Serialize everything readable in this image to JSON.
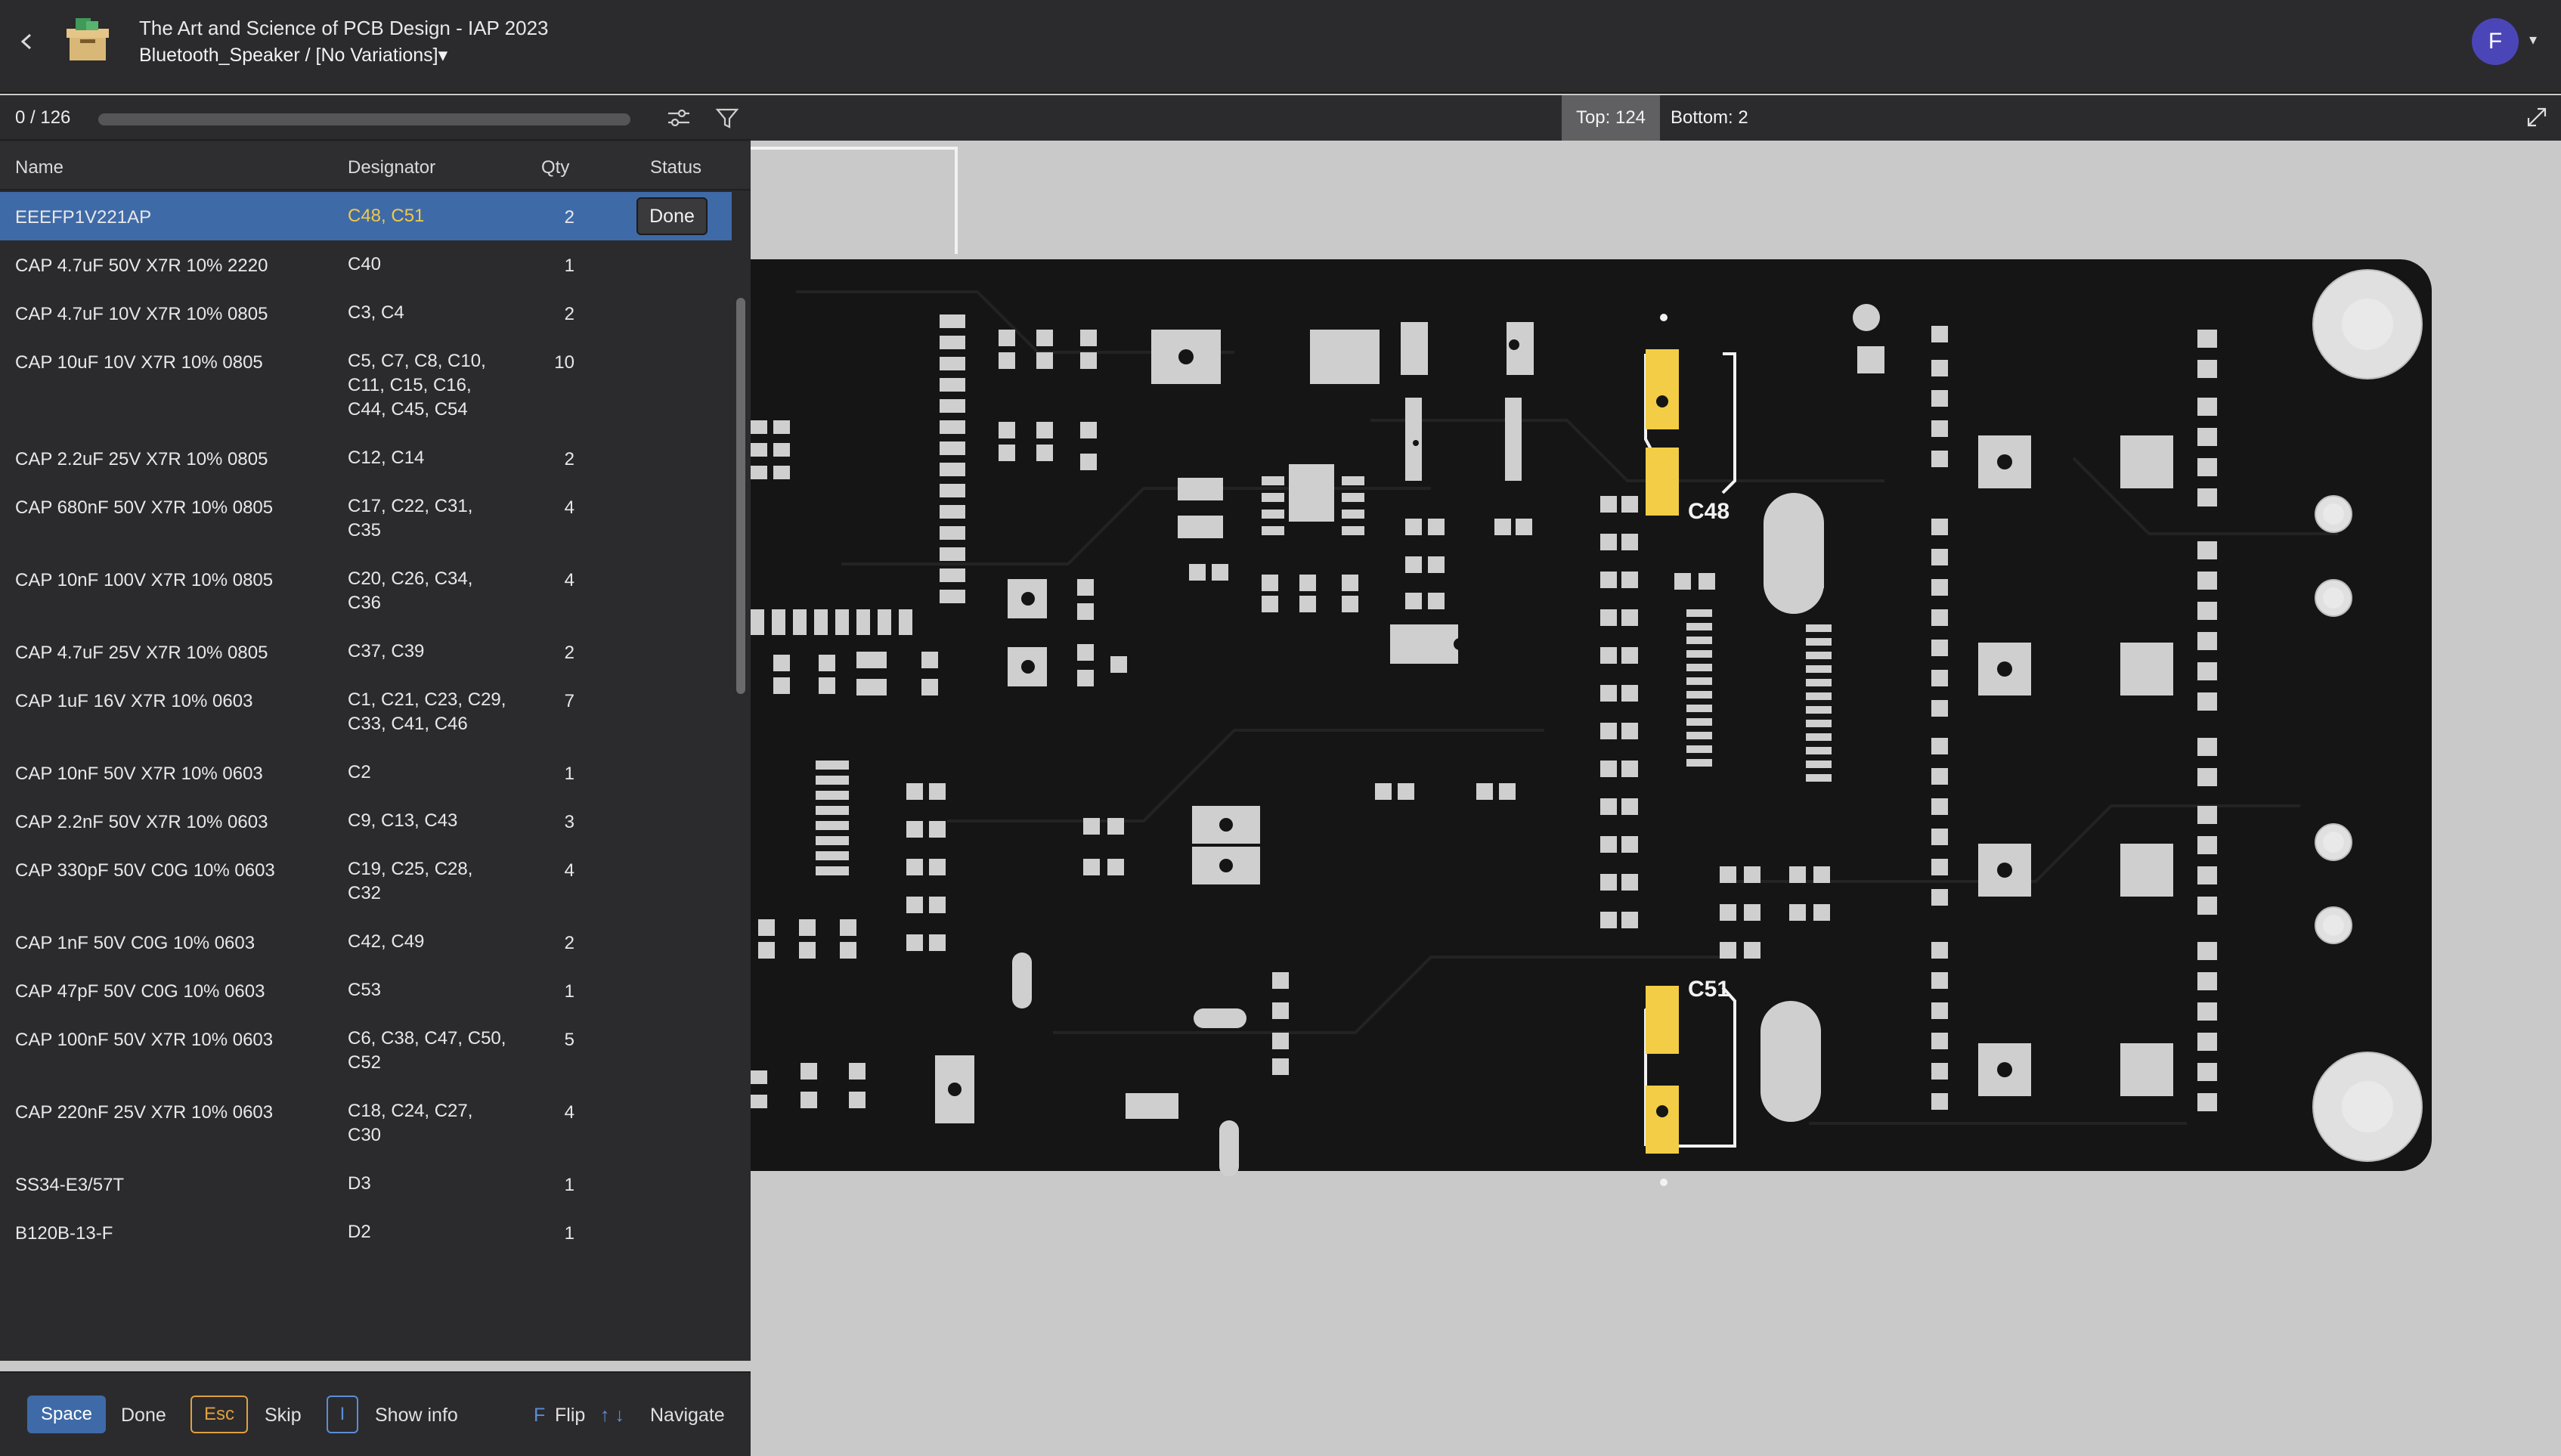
{
  "header": {
    "back_icon": "chevron-left-icon",
    "project_title": "The Art and Science of PCB Design - IAP 2023",
    "board_name": "Bluetooth_Speaker",
    "separator": " / ",
    "variation": "[No Variations]",
    "variation_caret": "▾",
    "avatar_letter": "F",
    "avatar_caret": "▾"
  },
  "progress": {
    "count": "0 / 126",
    "fraction": 0.0
  },
  "table": {
    "headers": {
      "name": "Name",
      "designator": "Designator",
      "qty": "Qty",
      "status": "Status"
    },
    "rows": [
      {
        "name": "EEEFP1V221AP",
        "designator": "C48, C51",
        "qty": "2",
        "status": "Done",
        "selected": true
      },
      {
        "name": "CAP 4.7uF 50V X7R 10% 2220",
        "designator": "C40",
        "qty": "1"
      },
      {
        "name": "CAP 4.7uF 10V X7R 10% 0805",
        "designator": "C3, C4",
        "qty": "2"
      },
      {
        "name": "CAP 10uF 10V X7R 10% 0805",
        "designator": "C5, C7, C8, C10, C11, C15, C16, C44, C45, C54",
        "qty": "10"
      },
      {
        "name": "CAP 2.2uF 25V X7R 10% 0805",
        "designator": "C12, C14",
        "qty": "2"
      },
      {
        "name": "CAP 680nF 50V X7R 10% 0805",
        "designator": "C17, C22, C31, C35",
        "qty": "4"
      },
      {
        "name": "CAP 10nF 100V X7R 10% 0805",
        "designator": "C20, C26, C34, C36",
        "qty": "4"
      },
      {
        "name": "CAP 4.7uF 25V X7R 10% 0805",
        "designator": "C37, C39",
        "qty": "2"
      },
      {
        "name": "CAP 1uF 16V X7R 10% 0603",
        "designator": "C1, C21, C23, C29, C33, C41, C46",
        "qty": "7"
      },
      {
        "name": "CAP 10nF 50V X7R 10% 0603",
        "designator": "C2",
        "qty": "1"
      },
      {
        "name": "CAP 2.2nF 50V X7R 10% 0603",
        "designator": "C9, C13, C43",
        "qty": "3"
      },
      {
        "name": "CAP 330pF 50V C0G 10% 0603",
        "designator": "C19, C25, C28, C32",
        "qty": "4"
      },
      {
        "name": "CAP 1nF 50V C0G 10% 0603",
        "designator": "C42, C49",
        "qty": "2"
      },
      {
        "name": "CAP 47pF 50V C0G 10% 0603",
        "designator": "C53",
        "qty": "1"
      },
      {
        "name": "CAP 100nF 50V X7R 10% 0603",
        "designator": "C6, C38, C47, C50, C52",
        "qty": "5"
      },
      {
        "name": "CAP 220nF 25V X7R 10% 0603",
        "designator": "C18, C24, C27, C30",
        "qty": "4"
      },
      {
        "name": "SS34-E3/57T",
        "designator": "D3",
        "qty": "1"
      },
      {
        "name": "B120B-13-F",
        "designator": "D2",
        "qty": "1"
      }
    ]
  },
  "footer": {
    "space_key": "Space",
    "space_label": "Done",
    "esc_key": "Esc",
    "esc_label": "Skip",
    "info_key": "I",
    "info_label": "Show info",
    "flip_key": "F",
    "flip_label": "Flip",
    "nav_keys": "↑ ↓",
    "nav_label": "Navigate"
  },
  "viewer": {
    "top_label": "Top: 124",
    "bottom_label": "Bottom: 2",
    "label_c48": "C48",
    "label_c51": "C51"
  },
  "colors": {
    "selected_row": "#3f6aa8",
    "designator_highlight": "#f0c94a",
    "esc_key": "#e0a040",
    "info_key": "#5a8ed6",
    "pcb": "#151515",
    "pad": "#cfcfcf",
    "highlight_pad": "#f2cd45",
    "avatar": "#4b46b8"
  }
}
